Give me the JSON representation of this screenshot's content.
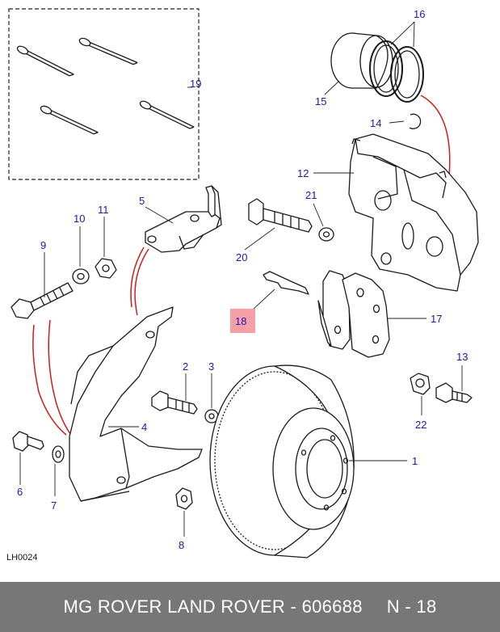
{
  "diagram": {
    "code": "LH0024",
    "labels": {
      "n1": "1",
      "n2": "2",
      "n3": "3",
      "n4": "4",
      "n5": "5",
      "n6": "6",
      "n7": "7",
      "n8": "8",
      "n9": "9",
      "n10": "10",
      "n11": "11",
      "n12": "12",
      "n13": "13",
      "n14": "14",
      "n15": "15",
      "n16": "16",
      "n17": "17",
      "n18": "18",
      "n19": "19",
      "n20": "20",
      "n21": "21",
      "n22": "22"
    },
    "highlight_color": "#f4a0a6",
    "label_color": "#1a1aa6",
    "connector_color": "#d11a1a"
  },
  "footer": {
    "brand_part": "MG ROVER LAND ROVER - 606688",
    "page": "N - 18"
  }
}
